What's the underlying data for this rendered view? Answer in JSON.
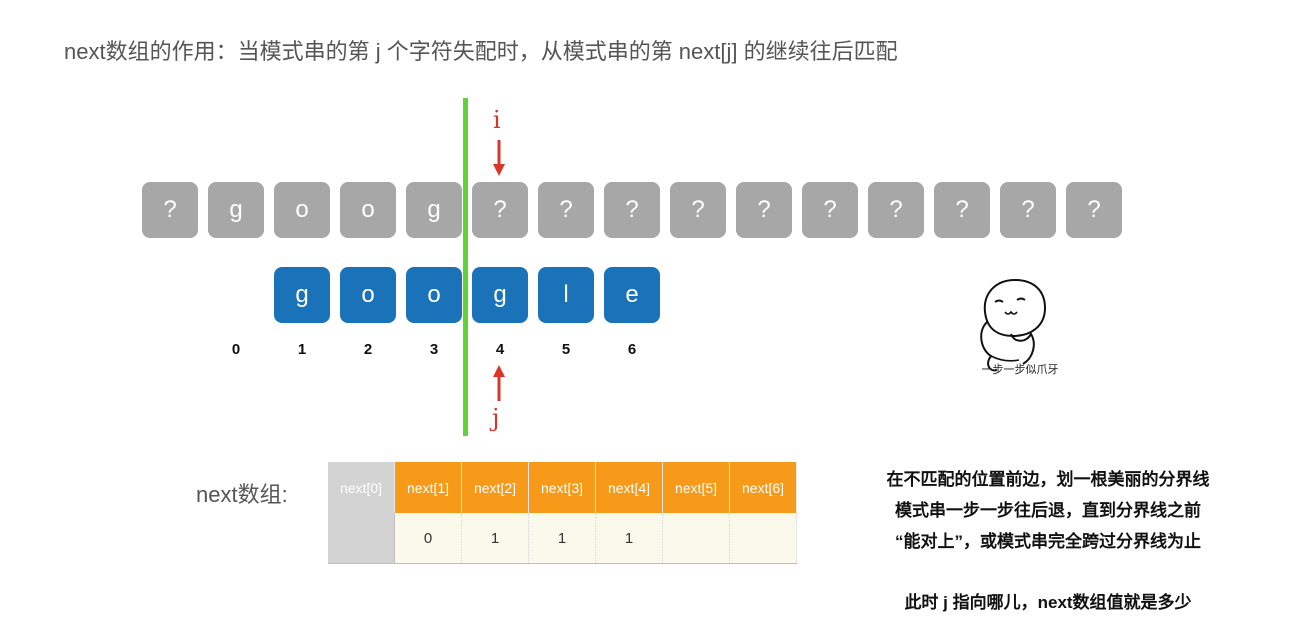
{
  "title": "next数组的作用：当模式串的第 j 个字符失配时，从模式串的第 next[j] 的继续往后匹配",
  "text_chars": [
    "?",
    "g",
    "o",
    "o",
    "g",
    "?",
    "?",
    "?",
    "?",
    "?",
    "?",
    "?",
    "?",
    "?",
    "?"
  ],
  "pattern_chars": [
    "g",
    "o",
    "o",
    "g",
    "l",
    "e"
  ],
  "indices": [
    "0",
    "1",
    "2",
    "3",
    "4",
    "5",
    "6"
  ],
  "pointer_i": "i",
  "pointer_j": "j",
  "colors": {
    "text_box": "#a7a7a7",
    "pattern_box": "#1a72b8",
    "divider": "#5fd336",
    "pointer": "#d8362b",
    "header": "#f79a19"
  },
  "next_array": {
    "label": "next数组:",
    "headers": [
      "next[0]",
      "next[1]",
      "next[2]",
      "next[3]",
      "next[4]",
      "next[5]",
      "next[6]"
    ],
    "values": [
      "",
      "0",
      "1",
      "1",
      "1",
      "",
      ""
    ]
  },
  "notes": [
    "在不匹配的位置前边，划一根美丽的分界线",
    "模式串一步一步往后退，直到分界线之前",
    "“能对上”，或模式串完全跨过分界线为止"
  ],
  "conclusion": "此时 j 指向哪儿，next数组值就是多少",
  "meme_caption": "一步一步似爪牙"
}
